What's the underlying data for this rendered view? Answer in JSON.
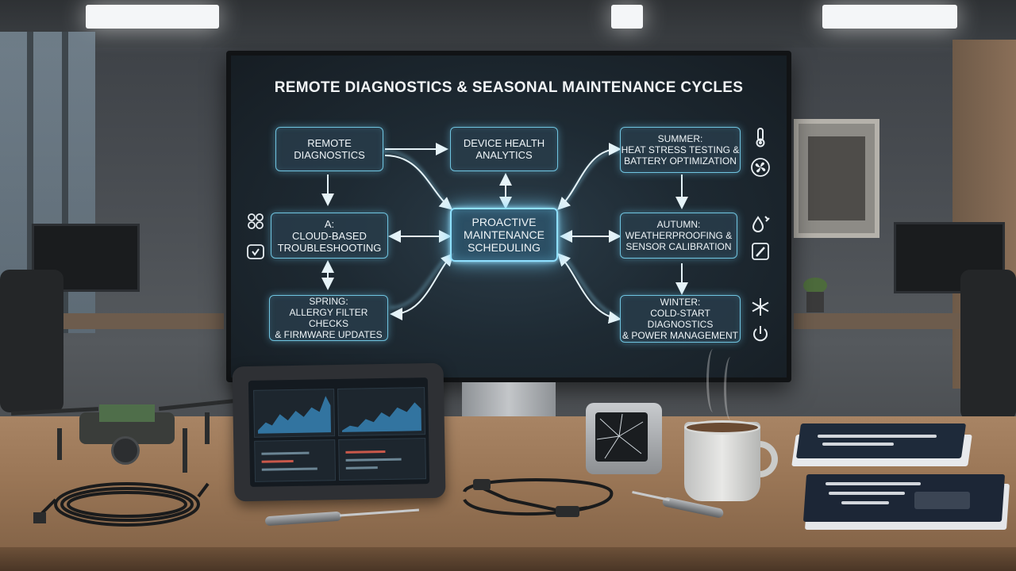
{
  "diagram": {
    "title": "REMOTE DIAGNOSTICS & SEASONAL MAINTENANCE CYCLES",
    "nodes": {
      "remote_diagnostics": [
        "REMOTE",
        "DIAGNOSTICS"
      ],
      "device_health": [
        "DEVICE HEALTH",
        "ANALYTICS"
      ],
      "summer": [
        "SUMMER:",
        "HEAT STRESS TESTING &",
        "BATTERY OPTIMIZATION"
      ],
      "cloud": [
        "A:",
        "CLOUD-BASED",
        "TROUBLESHOOTING"
      ],
      "center": [
        "PROACTIVE",
        "MAINTENANCE",
        "SCHEDULING"
      ],
      "autumn": [
        "AUTUMN:",
        "WEATHERPROOFING &",
        "SENSOR CALIBRATION"
      ],
      "spring": [
        "SPRING:",
        "ALLERGY FILTER CHECKS",
        "& FIRMWARE UPDATES"
      ],
      "winter": [
        "WINTER:",
        "COLD-START DIAGNOSTICS",
        "& POWER MANAGEMENT"
      ]
    },
    "icons": {
      "summer": [
        "thermometer-icon",
        "fan-icon"
      ],
      "autumn": [
        "water-drop-icon",
        "tool-icon"
      ],
      "winter": [
        "snowflake-icon",
        "power-icon"
      ],
      "cloud": [
        "network-icon",
        "device-check-icon"
      ]
    },
    "colors": {
      "node_border": "#6fc4e0",
      "center_glow": "#8fe0ff",
      "arrow": "#d8ecf4",
      "screen_bg": "#1e2a33"
    }
  }
}
